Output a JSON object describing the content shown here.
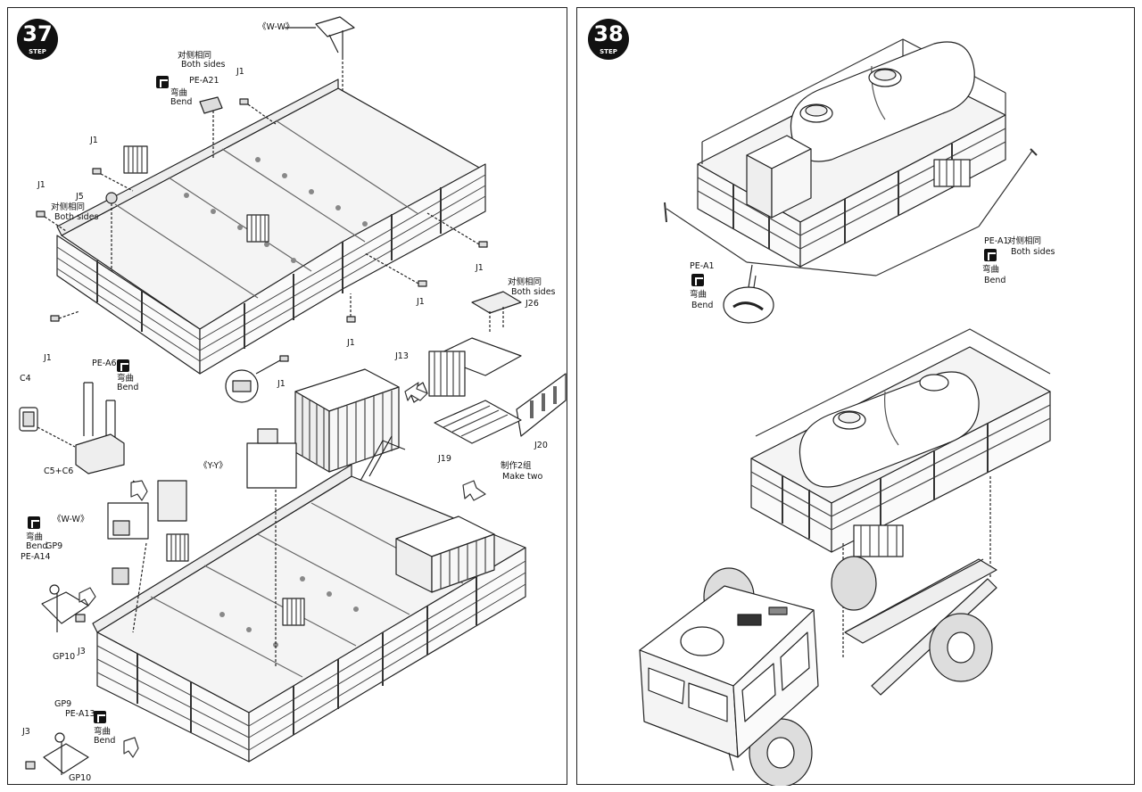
{
  "step37": {
    "number": "37",
    "word": "STEP",
    "labels": {
      "ww_top": "《W-W》",
      "both_sides_zh_1": "对侧相同",
      "both_sides_en_1": "Both sides",
      "pe_a21": "PE-A21",
      "bend_zh_1": "弯曲",
      "bend_en_1": "Bend",
      "j1_a": "J1",
      "j1_b": "J1",
      "j1_c": "J1",
      "j5": "J5",
      "both_sides_zh_2": "对侧相同",
      "both_sides_en_2": "Both sides",
      "j1_d": "J1",
      "j1_e": "J1",
      "j1_f": "J1",
      "j1_g": "J1",
      "j1_h": "J1",
      "both_sides_zh_3": "对侧相同",
      "both_sides_en_3": "Both sides",
      "j26": "J26",
      "j13": "J13",
      "j20": "J20",
      "j19": "J19",
      "make_two_zh": "制作2组",
      "make_two_en": "Make two",
      "c4": "C4",
      "pe_a6": "PE-A6",
      "bend_zh_2": "弯曲",
      "bend_en_2": "Bend",
      "c5c6": "C5+C6",
      "yy": "《Y-Y》",
      "ww_left": "《W-W》",
      "bend_zh_3": "弯曲",
      "bend_en_3": "Bend",
      "pe_a14": "PE-A14",
      "gp9_a": "GP9",
      "gp10_a": "GP10",
      "j3_a": "J3",
      "gp9_b": "GP9",
      "pe_a13": "PE-A13",
      "bend_zh_4": "弯曲",
      "bend_en_4": "Bend",
      "j3_b": "J3",
      "gp10_b": "GP10"
    }
  },
  "step38": {
    "number": "38",
    "word": "STEP",
    "labels": {
      "pe_a1_right": "PE-A1",
      "both_sides_zh": "对侧相同",
      "both_sides_en": "Both sides",
      "bend_zh_r": "弯曲",
      "bend_en_r": "Bend",
      "pe_a1_left": "PE-A1",
      "bend_zh_l": "弯曲",
      "bend_en_l": "Bend"
    }
  }
}
